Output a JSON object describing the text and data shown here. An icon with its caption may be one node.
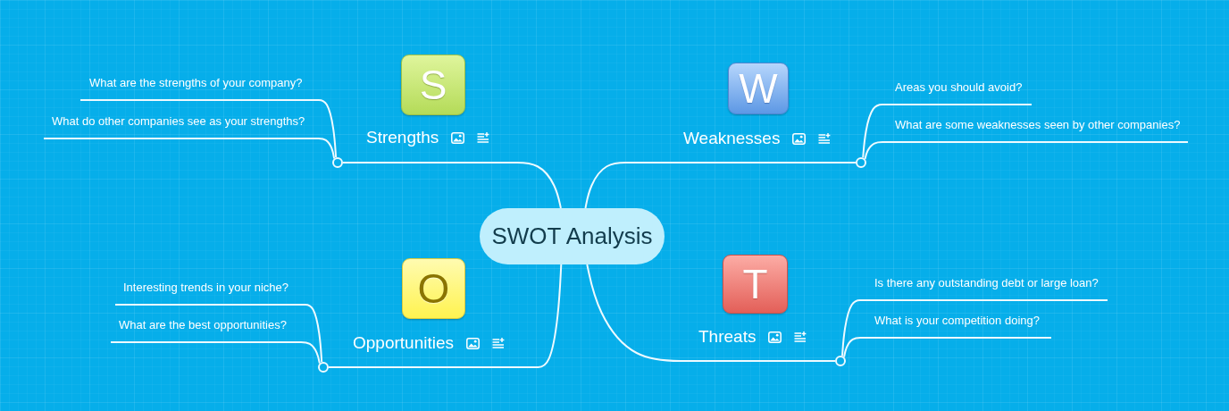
{
  "diagram": {
    "nodes": [
      {
        "text": [
          "SWOT Analysis"
        ]
      },
      {
        "text": [
          "S",
          "Strengths"
        ]
      },
      {
        "text": [],
        "shape": "circle"
      },
      {
        "text": [
          "What are the strengths of your company?"
        ]
      },
      {
        "text": [
          "What do other companies see as your strengths?"
        ]
      },
      {
        "text": [
          "W",
          "Weaknesses"
        ]
      },
      {
        "text": [],
        "shape": "circle"
      },
      {
        "text": [
          "Areas you should avoid?"
        ]
      },
      {
        "text": [
          "What are some weaknesses seen by other companies?"
        ]
      },
      {
        "text": [
          "O",
          "Opportunities"
        ]
      },
      {
        "text": [],
        "shape": "circle"
      },
      {
        "text": [
          "Interesting trends in your niche?"
        ]
      },
      {
        "text": [
          "What are the best opportunities?"
        ]
      },
      {
        "text": [
          "T",
          "Threats"
        ]
      },
      {
        "text": [],
        "shape": "circle"
      },
      {
        "text": [
          "Is there any outstanding debt or large loan?"
        ]
      },
      {
        "text": [
          "What is your competition doing?"
        ]
      }
    ],
    "edges": [
      {
        "from": 0,
        "to": 1,
        "arrow": "none"
      },
      {
        "from": 1,
        "to": 2,
        "arrow": "none"
      },
      {
        "from": 2,
        "to": 3,
        "arrow": "none"
      },
      {
        "from": 2,
        "to": 4,
        "arrow": "none"
      },
      {
        "from": 0,
        "to": 5,
        "arrow": "none"
      },
      {
        "from": 5,
        "to": 6,
        "arrow": "none"
      },
      {
        "from": 6,
        "to": 7,
        "arrow": "none"
      },
      {
        "from": 6,
        "to": 8,
        "arrow": "none"
      },
      {
        "from": 0,
        "to": 9,
        "arrow": "none"
      },
      {
        "from": 9,
        "to": 10,
        "arrow": "none"
      },
      {
        "from": 10,
        "to": 11,
        "arrow": "none"
      },
      {
        "from": 10,
        "to": 12,
        "arrow": "none"
      },
      {
        "from": 0,
        "to": 13,
        "arrow": "none"
      },
      {
        "from": 13,
        "to": 14,
        "arrow": "none"
      },
      {
        "from": 14,
        "to": 15,
        "arrow": "none"
      },
      {
        "from": 14,
        "to": 16,
        "arrow": "none"
      }
    ]
  }
}
